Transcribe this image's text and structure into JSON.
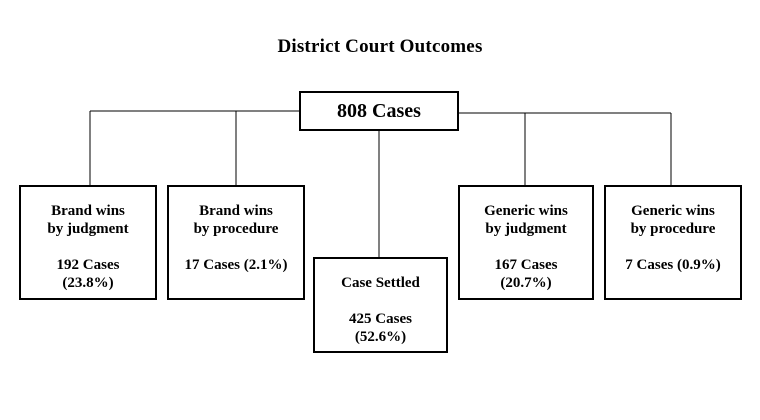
{
  "title": "District Court Outcomes",
  "root": {
    "label": "808 Cases"
  },
  "outcomes": [
    {
      "line1": "Brand wins",
      "line2": "by judgment",
      "count": "192 Cases",
      "pct": "(23.8%)"
    },
    {
      "line1": "Brand wins",
      "line2": "by procedure",
      "count": "17 Cases (2.1%)",
      "pct": ""
    },
    {
      "line1": "Case Settled",
      "line2": "",
      "count": "425 Cases",
      "pct": "(52.6%)"
    },
    {
      "line1": "Generic wins",
      "line2": "by judgment",
      "count": "167 Cases",
      "pct": "(20.7%)"
    },
    {
      "line1": "Generic wins",
      "line2": "by procedure",
      "count": "7 Cases (0.9%)",
      "pct": ""
    }
  ]
}
